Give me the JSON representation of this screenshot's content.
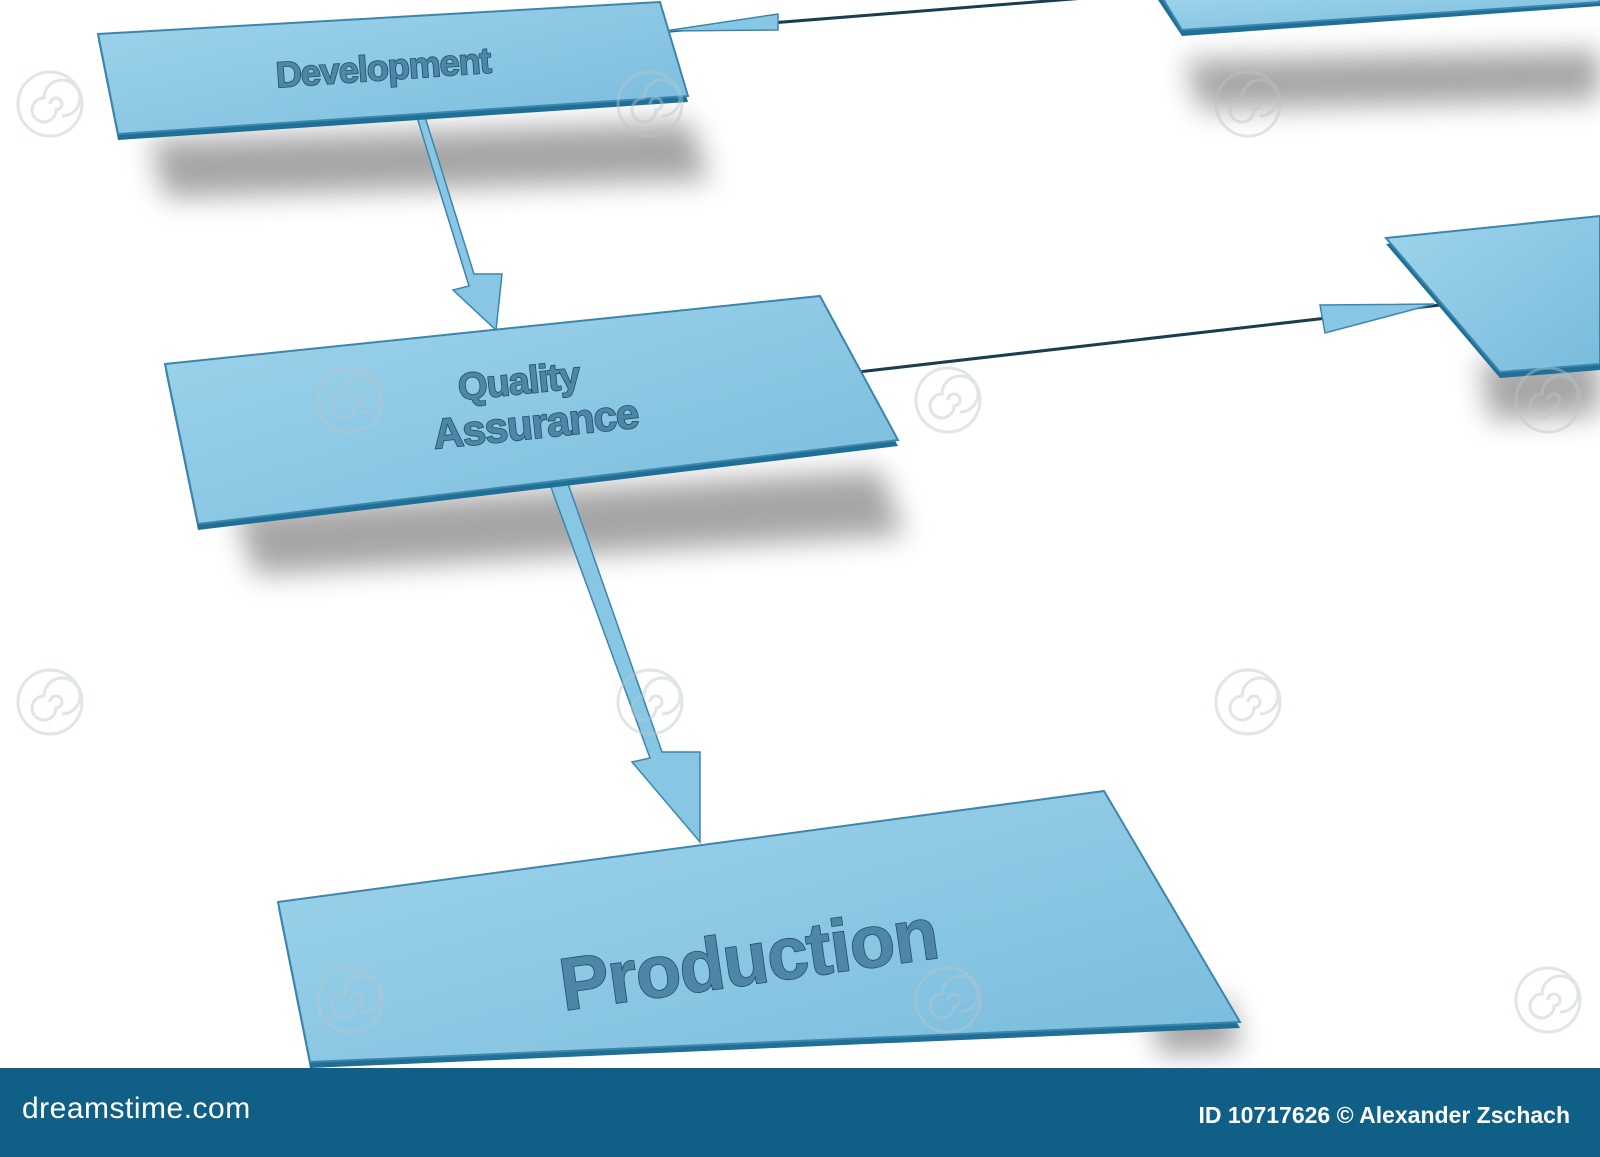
{
  "diagram": {
    "boxes": {
      "development": "Development",
      "qa_line1": "Quality",
      "qa_line2": "Assurance",
      "production": "Production"
    },
    "colors": {
      "box_fill": "#86c6e2",
      "box_edge": "#3c86ad",
      "text": "#4f86a6",
      "arrow": "#87c7e4",
      "line": "#1a3d50"
    }
  },
  "watermark": "dreamstime",
  "footer": {
    "brand": "dreamstime.com",
    "credit": "ID 10717626 © Alexander Zschach",
    "color": "#0f5f86"
  }
}
